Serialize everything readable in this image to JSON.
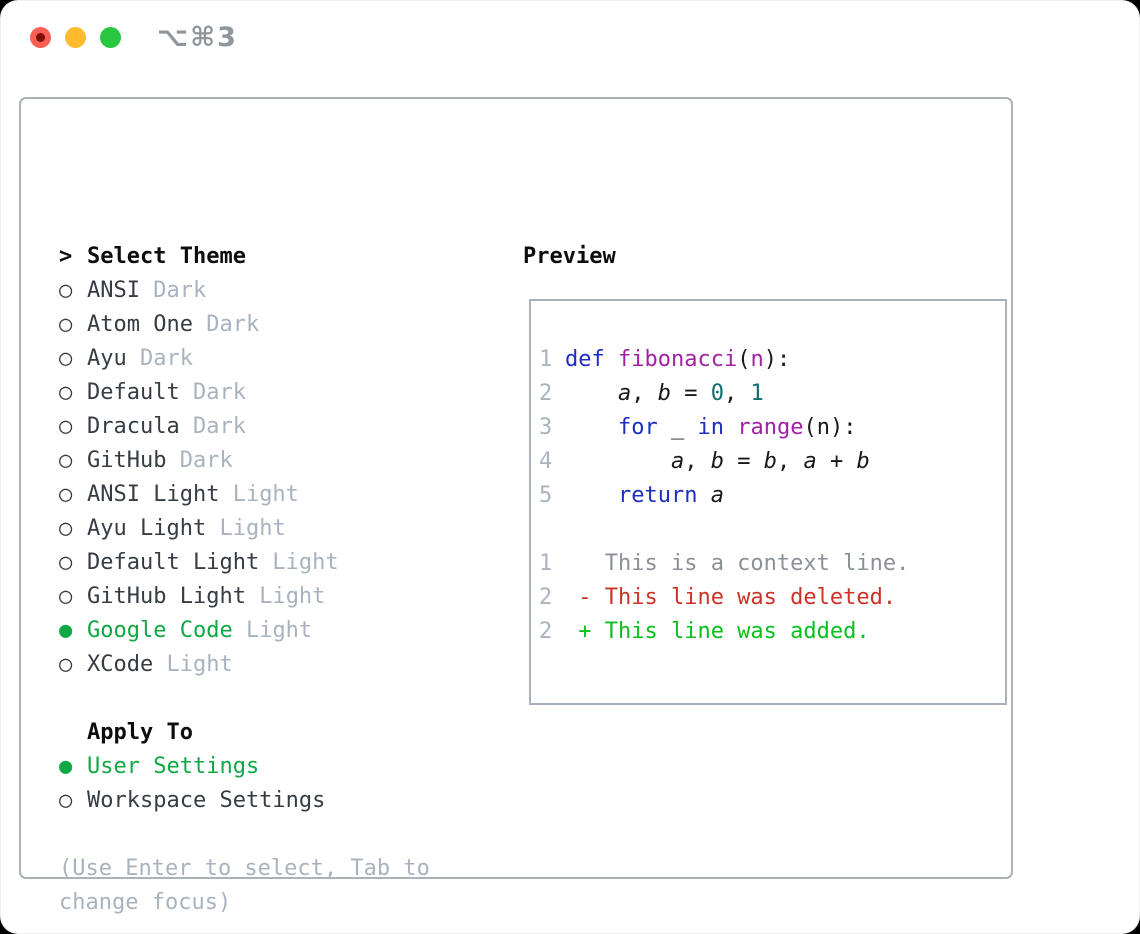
{
  "window": {
    "title": "⌥⌘3",
    "traffic_lights": [
      "close",
      "minimize",
      "zoom"
    ]
  },
  "icons": {
    "header_marker": ">",
    "radio_unselected": "○",
    "radio_selected": "●"
  },
  "colors": {
    "accent_green": "#0fa843",
    "keyword_blue": "#1f2ec2",
    "function_purple": "#a022a4",
    "literal_teal": "#0e6e6e",
    "deleted_red": "#ca3327",
    "added_green": "#0bbf1e",
    "muted_gray": "#a9b3bf",
    "border_gray": "#a9b1ba"
  },
  "theme_panel": {
    "header": "Select Theme",
    "items": [
      {
        "name": "ANSI",
        "variant": "Dark",
        "selected": false
      },
      {
        "name": "Atom One",
        "variant": "Dark",
        "selected": false
      },
      {
        "name": "Ayu",
        "variant": "Dark",
        "selected": false
      },
      {
        "name": "Default",
        "variant": "Dark",
        "selected": false
      },
      {
        "name": "Dracula",
        "variant": "Dark",
        "selected": false
      },
      {
        "name": "GitHub",
        "variant": "Dark",
        "selected": false
      },
      {
        "name": "ANSI Light",
        "variant": "Light",
        "selected": false
      },
      {
        "name": "Ayu Light",
        "variant": "Light",
        "selected": false
      },
      {
        "name": "Default Light",
        "variant": "Light",
        "selected": false
      },
      {
        "name": "GitHub Light",
        "variant": "Light",
        "selected": false
      },
      {
        "name": "Google Code",
        "variant": "Light",
        "selected": true
      },
      {
        "name": "XCode",
        "variant": "Light",
        "selected": false
      }
    ],
    "apply_to": {
      "label": "Apply To",
      "options": [
        {
          "name": "User Settings",
          "selected": true
        },
        {
          "name": "Workspace Settings",
          "selected": false
        }
      ]
    },
    "hint_lines": [
      "(Use Enter to select, Tab to",
      "change focus)"
    ]
  },
  "preview_panel": {
    "header": "Preview",
    "code_lines": [
      {
        "num": "1",
        "tokens": [
          {
            "t": "def",
            "c": "kw"
          },
          {
            "t": " ",
            "c": "pl"
          },
          {
            "t": "fibonacci",
            "c": "fn"
          },
          {
            "t": "(",
            "c": "pl"
          },
          {
            "t": "n",
            "c": "fn"
          },
          {
            "t": "):",
            "c": "pl"
          }
        ]
      },
      {
        "num": "2",
        "tokens": [
          {
            "t": "    ",
            "c": "pl"
          },
          {
            "t": "a",
            "c": "var"
          },
          {
            "t": ", ",
            "c": "pl"
          },
          {
            "t": "b",
            "c": "var"
          },
          {
            "t": " = ",
            "c": "pl"
          },
          {
            "t": "0",
            "c": "lit"
          },
          {
            "t": ", ",
            "c": "pl"
          },
          {
            "t": "1",
            "c": "lit"
          }
        ]
      },
      {
        "num": "3",
        "tokens": [
          {
            "t": "    ",
            "c": "pl"
          },
          {
            "t": "for",
            "c": "kw"
          },
          {
            "t": " _ ",
            "c": "pl"
          },
          {
            "t": "in",
            "c": "kw"
          },
          {
            "t": " ",
            "c": "pl"
          },
          {
            "t": "range",
            "c": "fn"
          },
          {
            "t": "(n):",
            "c": "pl"
          }
        ]
      },
      {
        "num": "4",
        "tokens": [
          {
            "t": "        ",
            "c": "pl"
          },
          {
            "t": "a",
            "c": "var"
          },
          {
            "t": ", ",
            "c": "pl"
          },
          {
            "t": "b",
            "c": "var"
          },
          {
            "t": " = ",
            "c": "pl"
          },
          {
            "t": "b",
            "c": "var"
          },
          {
            "t": ", ",
            "c": "pl"
          },
          {
            "t": "a",
            "c": "var"
          },
          {
            "t": " + ",
            "c": "pl"
          },
          {
            "t": "b",
            "c": "var"
          }
        ]
      },
      {
        "num": "5",
        "tokens": [
          {
            "t": "    ",
            "c": "pl"
          },
          {
            "t": "return",
            "c": "kw"
          },
          {
            "t": " ",
            "c": "pl"
          },
          {
            "t": "a",
            "c": "var"
          }
        ]
      }
    ],
    "diff_lines": [
      {
        "num": "1",
        "marker": " ",
        "text": "This is a context line.",
        "kind": "context"
      },
      {
        "num": "2",
        "marker": "-",
        "text": "This line was deleted.",
        "kind": "deleted"
      },
      {
        "num": "2",
        "marker": "+",
        "text": "This line was added.",
        "kind": "added"
      }
    ]
  }
}
